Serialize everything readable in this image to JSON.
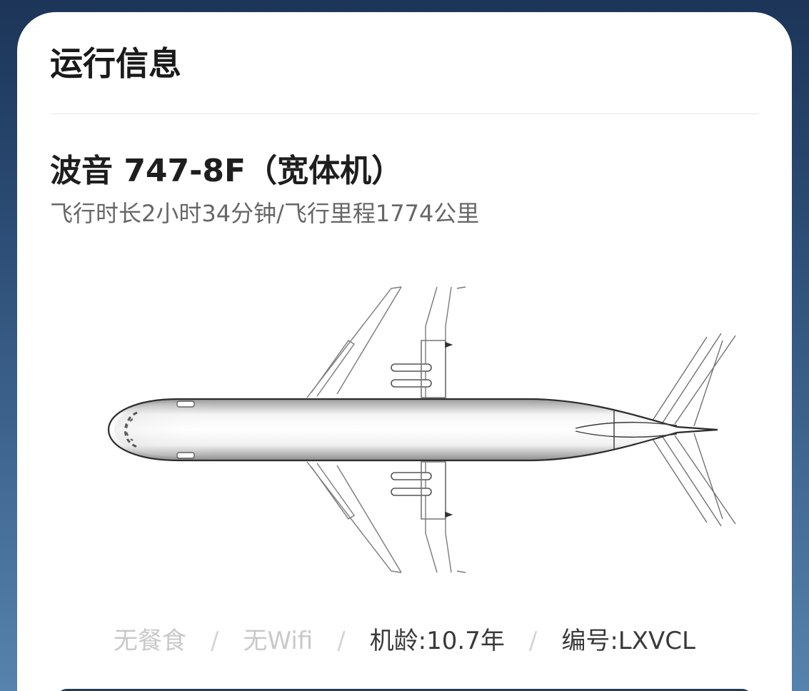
{
  "card": {
    "title": "运行信息"
  },
  "aircraft": {
    "model": "波音 747-8F（宽体机）",
    "flight_info": "飞行时长2小时34分钟/飞行里程1774公里"
  },
  "features": [
    {
      "label": "无餐食",
      "available": false
    },
    {
      "label": "无Wifi",
      "available": false
    },
    {
      "label": "机龄:10.7年",
      "available": true
    },
    {
      "label": "编号:LXVCL",
      "available": true
    }
  ],
  "separator": "/",
  "colors": {
    "background_top": "#1c3558",
    "background_bottom": "#5683ad",
    "card": "#ffffff",
    "title_text": "#1a1a1a",
    "subtitle_text": "#666666",
    "feature_on": "#3a3a3a",
    "feature_off": "#c9c9c9"
  }
}
